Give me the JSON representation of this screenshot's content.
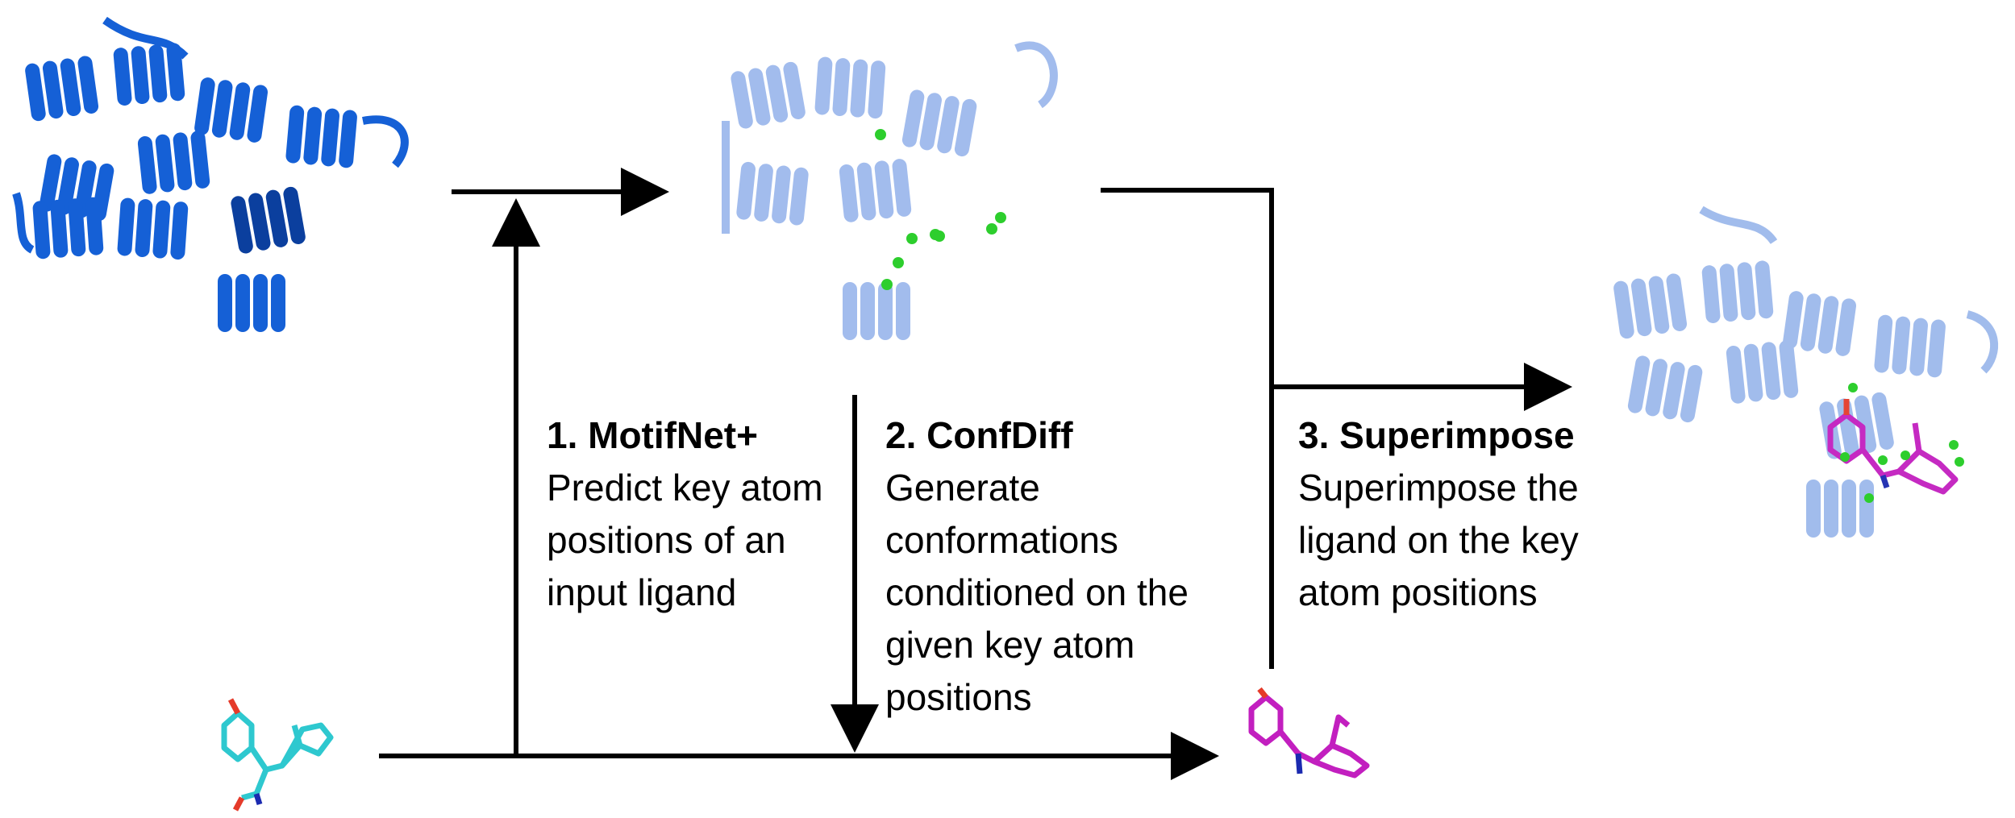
{
  "steps": [
    {
      "title": "1. MotifNet+",
      "description": "Predict key atom positions of an input ligand"
    },
    {
      "title": "2. ConfDiff",
      "description": "Generate conformations conditioned on the given key atom positions"
    },
    {
      "title": "3. Superimpose",
      "description": "Superimpose the ligand on the key atom positions"
    }
  ],
  "colors": {
    "protein_solid": "#1560d6",
    "protein_dark": "#0b3f9e",
    "protein_faded": "#9db9ec",
    "key_atoms": "#22cc22",
    "input_ligand": "#2ec8cf",
    "output_ligand": "#c21fbf",
    "oxygen": "#e53a2a",
    "nitrogen": "#1b2ab0",
    "arrow": "#000000"
  },
  "icons": [
    "input-protein-structure",
    "protein-with-key-atoms",
    "superimposed-complex",
    "input-ligand",
    "generated-conformation"
  ]
}
